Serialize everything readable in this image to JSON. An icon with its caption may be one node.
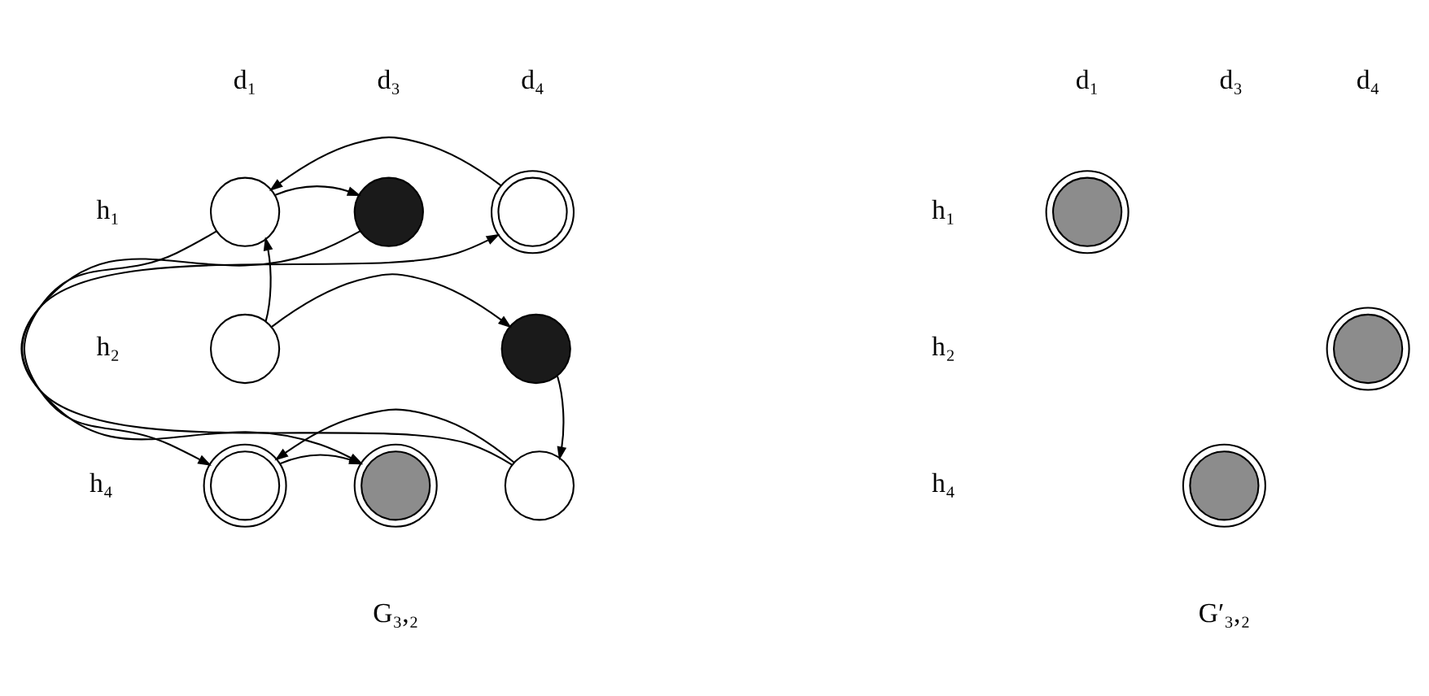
{
  "diagram": {
    "nodes": [
      {
        "text": [],
        "shape": "circle"
      },
      {
        "text": [],
        "shape": "circle"
      },
      {
        "text": [],
        "shape": "circle"
      },
      {
        "text": [],
        "shape": "circle"
      },
      {
        "text": [],
        "shape": "circle"
      },
      {
        "text": [],
        "shape": "circle"
      },
      {
        "text": [],
        "shape": "circle"
      },
      {
        "text": [],
        "shape": "circle"
      },
      {
        "text": [],
        "shape": "circle"
      },
      {
        "text": [],
        "shape": "circle"
      },
      {
        "text": [],
        "shape": "circle"
      }
    ],
    "edges": [
      {
        "from": 0,
        "to": 1,
        "arrow": "to"
      },
      {
        "from": 2,
        "to": 0,
        "arrow": "to"
      },
      {
        "from": 3,
        "to": 0,
        "arrow": "to"
      },
      {
        "from": 3,
        "to": 4,
        "arrow": "to"
      },
      {
        "from": 1,
        "to": 6,
        "arrow": "to"
      },
      {
        "from": 4,
        "to": 7,
        "arrow": "to"
      },
      {
        "from": 0,
        "to": 5,
        "arrow": "to"
      },
      {
        "from": 5,
        "to": 6,
        "arrow": "to"
      },
      {
        "from": 7,
        "to": 5,
        "arrow": "to"
      },
      {
        "from": 7,
        "to": 2,
        "arrow": "to"
      }
    ],
    "labels": [
      "d₁",
      "d₃",
      "d₄",
      "h₁",
      "h₂",
      "h₄",
      "G₃,₂",
      "d₁",
      "d₃",
      "d₄",
      "h₁",
      "h₂",
      "h₄",
      "G′₃,₂"
    ]
  }
}
